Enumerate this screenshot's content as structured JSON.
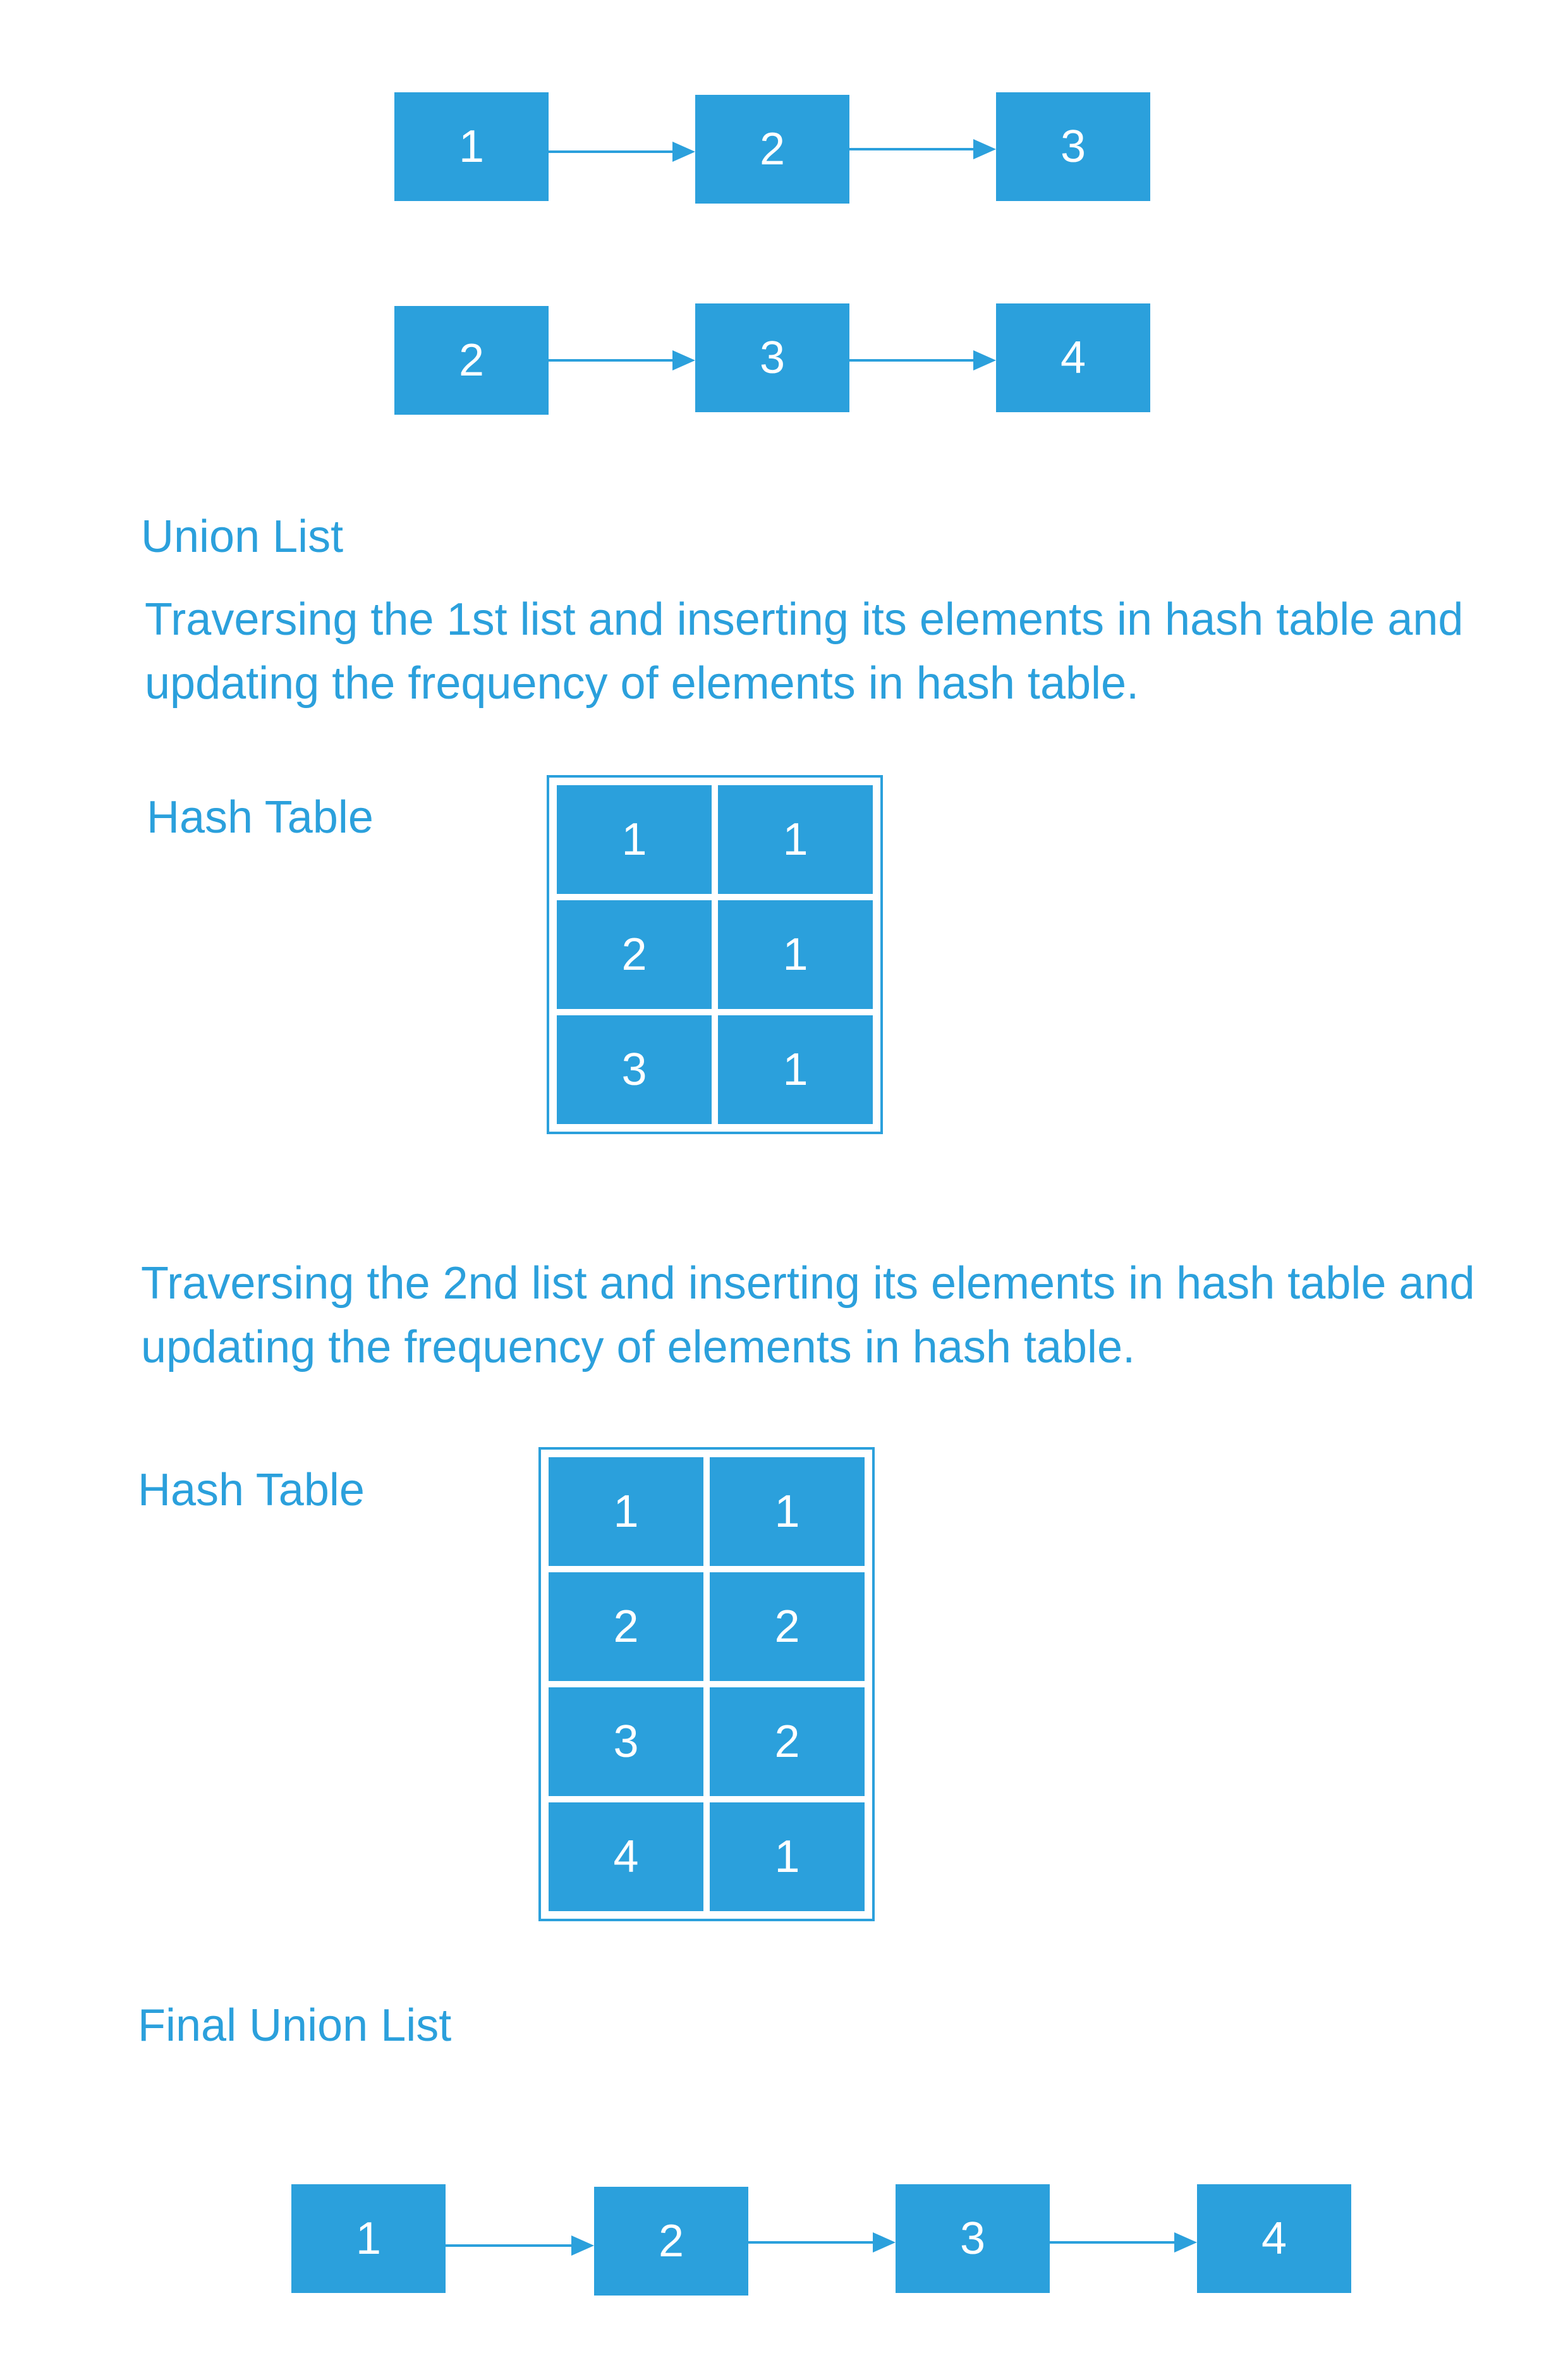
{
  "list1": {
    "nodes": [
      "1",
      "2",
      "3"
    ]
  },
  "list2": {
    "nodes": [
      "2",
      "3",
      "4"
    ]
  },
  "union_title": "Union List",
  "step1": {
    "line1": "Traversing the 1st list and inserting its elements in hash table and",
    "line2": "updating the frequency of elements in hash table."
  },
  "hash_table_1": {
    "label": "Hash Table",
    "rows": [
      {
        "key": "1",
        "count": "1"
      },
      {
        "key": "2",
        "count": "1"
      },
      {
        "key": "3",
        "count": "1"
      }
    ]
  },
  "step2": {
    "line1": "Traversing the 2nd list and inserting its elements in hash table and",
    "line2": "updating the frequency of elements in hash table."
  },
  "hash_table_2": {
    "label": "Hash Table",
    "rows": [
      {
        "key": "1",
        "count": "1"
      },
      {
        "key": "2",
        "count": "2"
      },
      {
        "key": "3",
        "count": "2"
      },
      {
        "key": "4",
        "count": "1"
      }
    ]
  },
  "final_title": "Final Union List",
  "final_list": {
    "nodes": [
      "1",
      "2",
      "3",
      "4"
    ]
  },
  "colors": {
    "accent": "#2ba0dc",
    "node_text": "#ffffff",
    "background": "#ffffff"
  }
}
